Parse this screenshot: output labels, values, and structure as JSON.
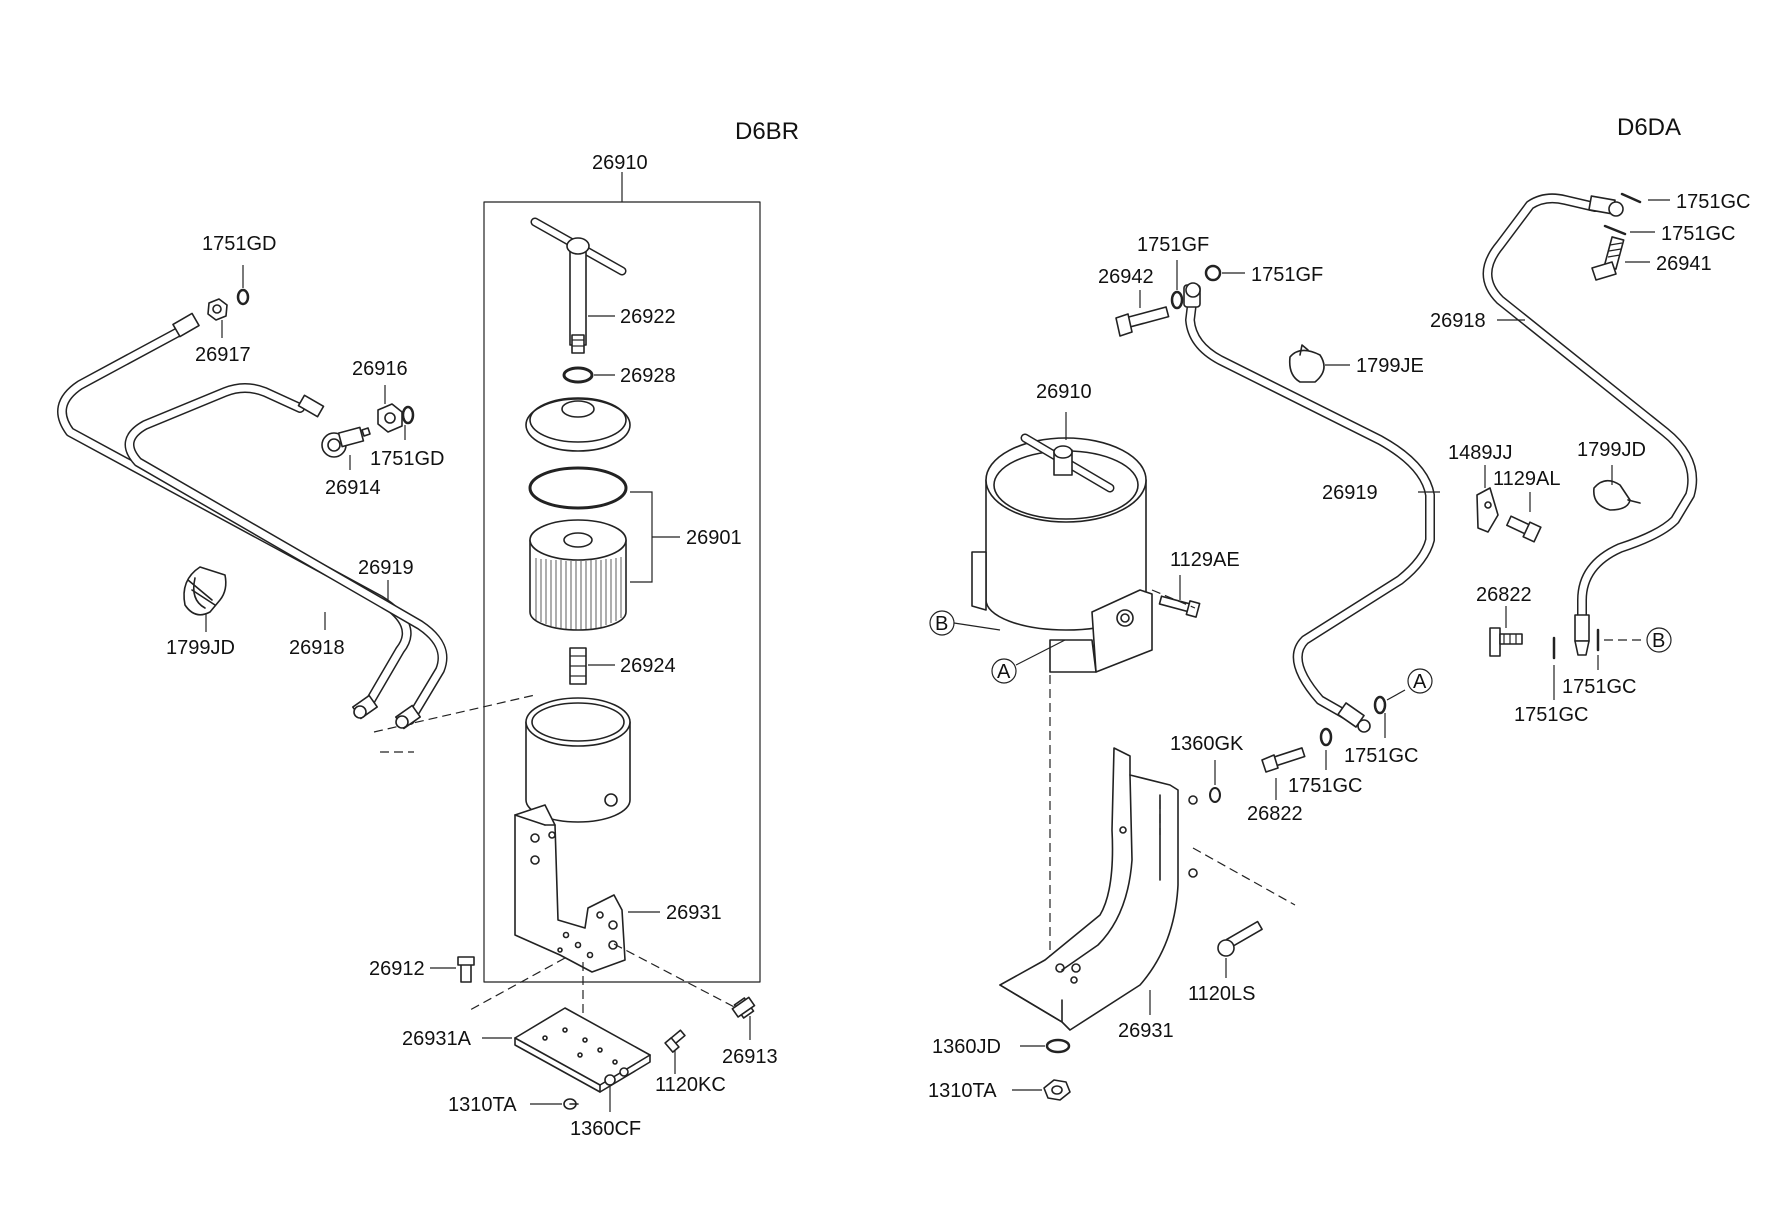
{
  "sections": {
    "left": "D6BR",
    "right": "D6DA"
  },
  "labels": {
    "l_26910": "26910",
    "l_1751GD_a": "1751GD",
    "l_26917": "26917",
    "l_26916": "26916",
    "l_1751GD_b": "1751GD",
    "l_26914": "26914",
    "l_26919": "26919",
    "l_26918": "26918",
    "l_1799JD": "1799JD",
    "l_26922": "26922",
    "l_26928": "26928",
    "l_26901": "26901",
    "l_26924": "26924",
    "l_26931": "26931",
    "l_26912": "26912",
    "l_26931A": "26931A",
    "l_26913": "26913",
    "l_1120KC": "1120KC",
    "l_1310TA": "1310TA",
    "l_1360CF": "1360CF",
    "r_1751GF_a": "1751GF",
    "r_1751GF_b": "1751GF",
    "r_26942": "26942",
    "r_1799JE": "1799JE",
    "r_26910": "26910",
    "r_26919": "26919",
    "r_1129AE": "1129AE",
    "r_B": "B",
    "r_A": "A",
    "r_A2": "A",
    "r_1360GK": "1360GK",
    "r_1751GC_a": "1751GC",
    "r_1751GC_b": "1751GC",
    "r_26822_a": "26822",
    "r_1120LS": "1120LS",
    "r_26931": "26931",
    "r_1360JD": "1360JD",
    "r_1310TA": "1310TA",
    "r_1751GC_c": "1751GC",
    "r_1751GC_d": "1751GC",
    "r_26941": "26941",
    "r_26918": "26918",
    "r_1489JJ": "1489JJ",
    "r_1129AL": "1129AL",
    "r_1799JD": "1799JD",
    "r_26822_b": "26822",
    "r_B2": "B",
    "r_1751GC_e": "1751GC",
    "r_1751GC_f": "1751GC"
  },
  "icons": [
    "hose",
    "fuel-filter",
    "t-handle",
    "o-ring",
    "filter-cartridge",
    "filter-bowl",
    "bracket",
    "bolt",
    "nut",
    "washer",
    "clamp"
  ]
}
